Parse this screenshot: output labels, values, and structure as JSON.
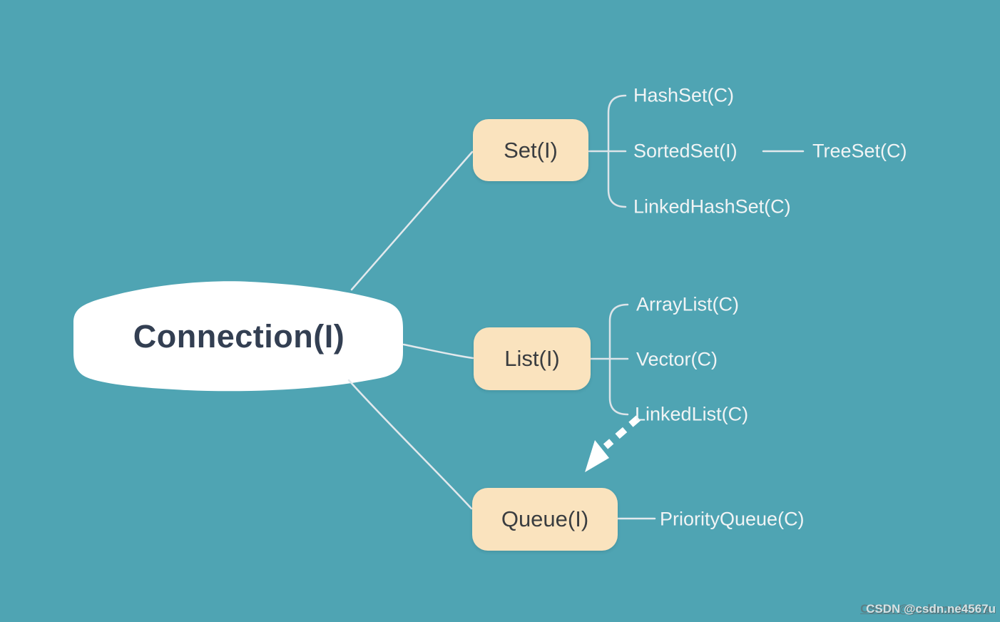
{
  "colors": {
    "background": "#4FA4B3",
    "root_fill": "#FFFFFF",
    "root_text": "#333F52",
    "branch_fill": "#FAE3BE",
    "branch_text": "#3A3D40",
    "leaf_text": "#F1F4F5",
    "connector": "#E2E9ED",
    "arrow": "#FFFFFF"
  },
  "root": {
    "label": "Connection(I)"
  },
  "branches": [
    {
      "label": "Set(I)",
      "children": [
        {
          "label": "HashSet(C)"
        },
        {
          "label": "SortedSet(I)",
          "children": [
            {
              "label": "TreeSet(C)"
            }
          ]
        },
        {
          "label": "LinkedHashSet(C)"
        }
      ]
    },
    {
      "label": "List(I)",
      "children": [
        {
          "label": "ArrayList(C)"
        },
        {
          "label": "Vector(C)"
        },
        {
          "label": "LinkedList(C)"
        }
      ]
    },
    {
      "label": "Queue(I)",
      "children": [
        {
          "label": "PriorityQueue(C)"
        }
      ]
    }
  ],
  "watermark": {
    "text": "CSDN @csdn.ne4567u"
  }
}
